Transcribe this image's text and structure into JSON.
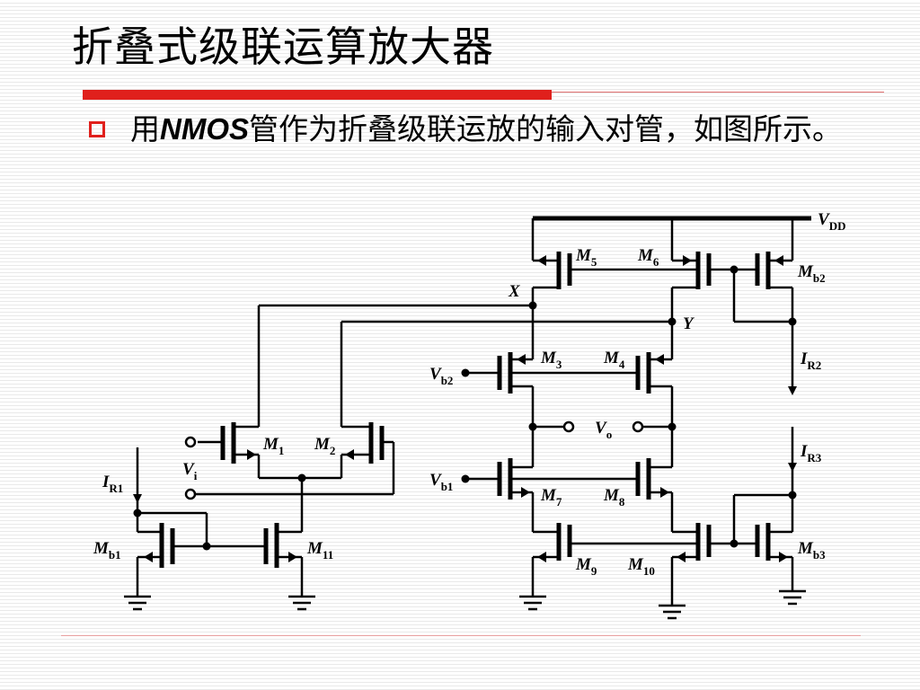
{
  "title": "折叠式级联运算放大器",
  "bullet": {
    "prefix": "用",
    "emph": "NMOS",
    "suffix": "管作为折叠级联运放的输入对管，如图所示。"
  },
  "colors": {
    "accent": "#e0201c",
    "wire": "#000000"
  },
  "circuit": {
    "labels": [
      {
        "id": "vdd",
        "main": "V",
        "sub": "DD"
      },
      {
        "id": "m5",
        "main": "M",
        "sub": "5"
      },
      {
        "id": "m6",
        "main": "M",
        "sub": "6"
      },
      {
        "id": "mb2",
        "main": "M",
        "sub": "b2"
      },
      {
        "id": "x",
        "main": "X",
        "sub": ""
      },
      {
        "id": "y",
        "main": "Y",
        "sub": ""
      },
      {
        "id": "ir2",
        "main": "I",
        "sub": "R2"
      },
      {
        "id": "m3",
        "main": "M",
        "sub": "3"
      },
      {
        "id": "m4",
        "main": "M",
        "sub": "4"
      },
      {
        "id": "vb2",
        "main": "V",
        "sub": "b2"
      },
      {
        "id": "vo",
        "main": "V",
        "sub": "o"
      },
      {
        "id": "m1",
        "main": "M",
        "sub": "1"
      },
      {
        "id": "m2",
        "main": "M",
        "sub": "2"
      },
      {
        "id": "ir3",
        "main": "I",
        "sub": "R3"
      },
      {
        "id": "vi",
        "main": "V",
        "sub": "i"
      },
      {
        "id": "ir1",
        "main": "I",
        "sub": "R1"
      },
      {
        "id": "vb1",
        "main": "V",
        "sub": "b1"
      },
      {
        "id": "m7",
        "main": "M",
        "sub": "7"
      },
      {
        "id": "m8",
        "main": "M",
        "sub": "8"
      },
      {
        "id": "mb1",
        "main": "M",
        "sub": "b1"
      },
      {
        "id": "m11",
        "main": "M",
        "sub": "11"
      },
      {
        "id": "m9",
        "main": "M",
        "sub": "9"
      },
      {
        "id": "m10",
        "main": "M",
        "sub": "10"
      },
      {
        "id": "mb3",
        "main": "M",
        "sub": "b3"
      }
    ]
  }
}
